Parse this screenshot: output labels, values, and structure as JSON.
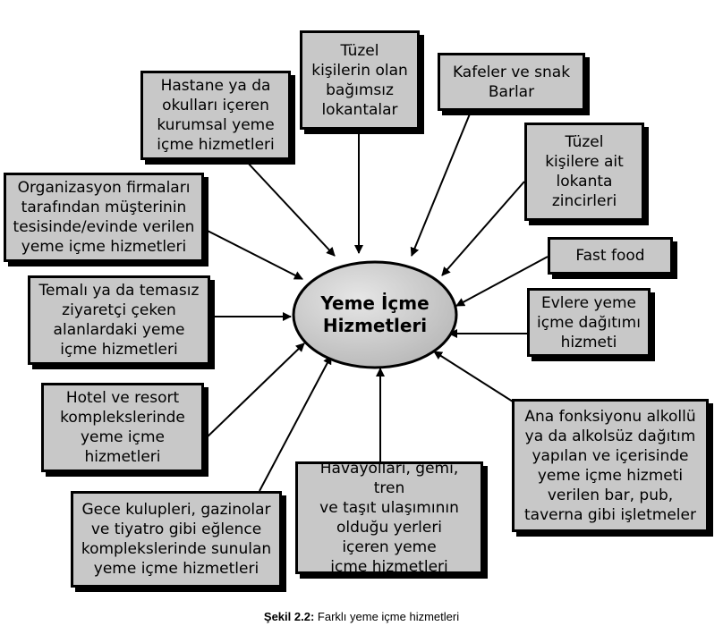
{
  "center": {
    "label": "Yeme İçme\nHizmetleri"
  },
  "boxes": [
    {
      "id": "tuzel-kisilerin-olan",
      "text": "Tüzel\nkişilerin olan\nbağımsız\nlokantalar"
    },
    {
      "id": "hastane-okullar",
      "text": "Hastane ya da\nokulları içeren\nkurumsal yeme\niçme hizmetleri"
    },
    {
      "id": "kafeler",
      "text": "Kafeler ve snak\nBarlar"
    },
    {
      "id": "tuzel-kisilere-ait",
      "text": "Tüzel\nkişilere ait\nlokanta\nzincirleri"
    },
    {
      "id": "organizasyon",
      "text": "Organizasyon firmaları\ntarafından müşterinin\ntesisinde/evinde verilen\nyeme içme hizmetleri"
    },
    {
      "id": "fast-food",
      "text": "Fast food"
    },
    {
      "id": "temali",
      "text": "Temalı ya da temasız\nziyaretçi çeken\nalanlardaki yeme\niçme hizmetleri"
    },
    {
      "id": "evlere",
      "text": "Evlere yeme\niçme dağıtımı\nhizmeti"
    },
    {
      "id": "hotel",
      "text": "Hotel ve resort\nkomplekslerinde\nyeme içme\nhizmetleri"
    },
    {
      "id": "ana-fonksiyonu",
      "text": "Ana fonksiyonu alkollü\nya da alkolsüz dağıtım\nyapılan ve içerisinde\nyeme içme hizmeti\nverilen bar, pub,\ntaverna gibi işletmeler"
    },
    {
      "id": "havayollari",
      "text": "Havayolları, gemi, tren\nve taşıt ulaşımının\nolduğu yerleri\niçeren yeme\niçme hizmetleri"
    },
    {
      "id": "gece-kulupleri",
      "text": "Gece kulupleri, gazinolar\nve tiyatro gibi eğlence\nkomplekslerinde sunulan\nyeme içme hizmetleri"
    }
  ],
  "caption": {
    "label": "Şekil 2.2:",
    "text": " Farklı yeme içme hizmetleri"
  },
  "colors": {
    "box_fill": "#c8c8c8",
    "ellipse_fill": "#d0d0d0",
    "line": "#000000"
  }
}
